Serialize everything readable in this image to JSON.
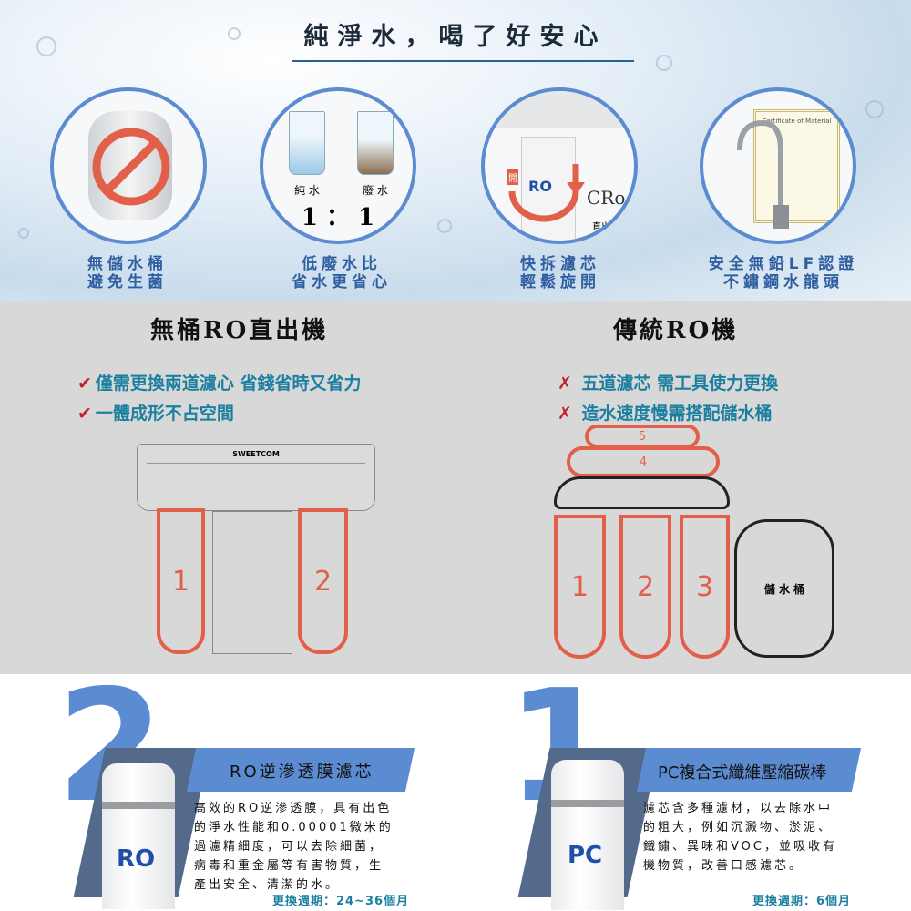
{
  "header": {
    "title": "純淨水，喝了好安心"
  },
  "features": [
    {
      "line1": "無儲水桶",
      "line2": "避免生菌"
    },
    {
      "line1": "低廢水比",
      "line2": "省水更省心",
      "pure": "純 水",
      "waste": "廢 水",
      "ratio": "1 ： 1"
    },
    {
      "line1": "快拆濾芯",
      "line2": "輕鬆旋開",
      "open": "開",
      "ro": "RO",
      "brand": "CRo",
      "direct": "直出"
    },
    {
      "line1": "安全無鉛LF認證",
      "line2": "不鏽鋼水龍頭",
      "cert": "Certificate of Material"
    }
  ],
  "comparison": {
    "left": {
      "title": "無桶RO直出機",
      "check": "✔",
      "points": [
        "僅需更換兩道濾心 省錢省時又省力",
        "一體成形不占空間"
      ],
      "brand": "SWEETCOM",
      "filters": [
        "1",
        "2"
      ]
    },
    "right": {
      "title": "傳統RO機",
      "cross": "✗",
      "points": [
        "五道濾芯 需工具使力更換",
        "造水速度慢需搭配儲水桶"
      ],
      "filters": [
        "1",
        "2",
        "3",
        "4",
        "5"
      ],
      "tank": "儲 水 桶"
    }
  },
  "filters": [
    {
      "number": "2",
      "title": "RO逆滲透膜濾芯",
      "label": "RO",
      "body": [
        "高效的RO逆滲透膜，具有出色",
        "的淨水性能和0.00001微米的",
        "過濾精細度，可以去除細菌，",
        "病毒和重金屬等有害物質，生",
        "產出安全、清潔的水。"
      ],
      "cycle": "更換週期：24~36個月"
    },
    {
      "number": "1",
      "title": "PC複合式纖維壓縮碳棒",
      "label": "PC",
      "body": [
        "濾芯含多種濾材，以去除水中",
        "的粗大，例如沉澱物、淤泥、",
        "鐵鏽、異味和VOC，並吸收有",
        "機物質，改善口感濾芯。"
      ],
      "cycle": "更換週期：6個月"
    }
  ]
}
